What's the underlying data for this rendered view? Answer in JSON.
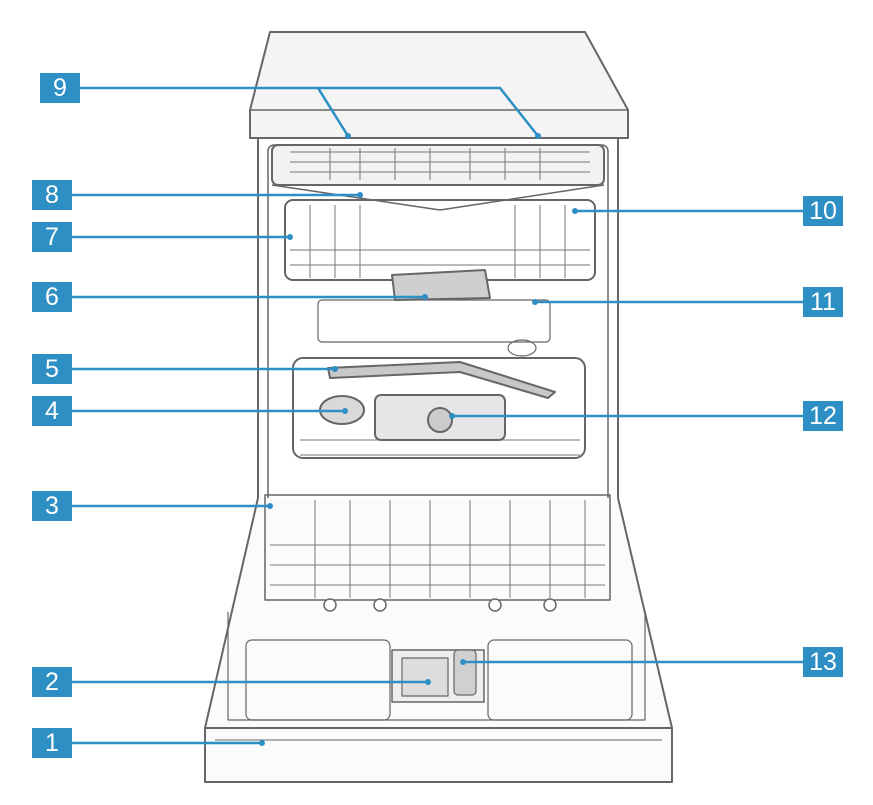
{
  "callouts": [
    {
      "number": "1"
    },
    {
      "number": "2"
    },
    {
      "number": "3"
    },
    {
      "number": "4"
    },
    {
      "number": "5"
    },
    {
      "number": "6"
    },
    {
      "number": "7"
    },
    {
      "number": "8"
    },
    {
      "number": "9"
    },
    {
      "number": "10"
    },
    {
      "number": "11"
    },
    {
      "number": "12"
    },
    {
      "number": "13"
    }
  ],
  "colors": {
    "callout_fill": "#2d8fc4",
    "callout_line": "#2d8fc4",
    "outline": "#666666"
  }
}
